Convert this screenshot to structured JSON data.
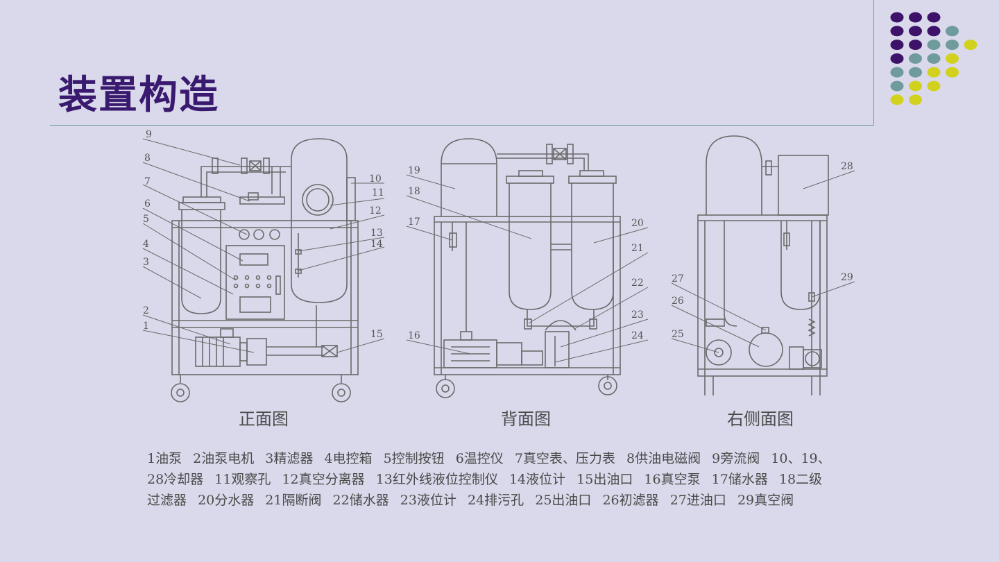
{
  "slide": {
    "title": "装置构造",
    "dot_colors": {
      "purple": "#3d1268",
      "teal": "#6f9b9c",
      "yellow": "#d2d21e"
    }
  },
  "views": [
    {
      "label": "正面图"
    },
    {
      "label": "背面图"
    },
    {
      "label": "右侧面图"
    }
  ],
  "callouts": {
    "front": [
      "9",
      "8",
      "7",
      "6",
      "5",
      "4",
      "3",
      "2",
      "1",
      "10",
      "11",
      "12",
      "13",
      "14",
      "15"
    ],
    "back": [
      "19",
      "18",
      "17",
      "16",
      "20",
      "21",
      "22",
      "23",
      "24"
    ],
    "side": [
      "28",
      "27",
      "26",
      "25",
      "29"
    ]
  },
  "legend": [
    "1油泵",
    "2油泵电机",
    "3精滤器",
    "4电控箱",
    "5控制按钮",
    "6温控仪",
    "7真空表、压力表",
    "8供油电磁阀",
    "9旁流阀",
    "10、19、28冷却器",
    "11观察孔",
    "12真空分离器",
    "13红外线液位控制仪",
    "14液位计",
    "15出油口",
    "16真空泵",
    "17储水器",
    "18二级过滤器",
    "20分水器",
    "21隔断阀",
    "22储水器",
    "23液位计",
    "24排污孔",
    "25出油口",
    "26初滤器",
    "27进油口",
    "29真空阀"
  ]
}
